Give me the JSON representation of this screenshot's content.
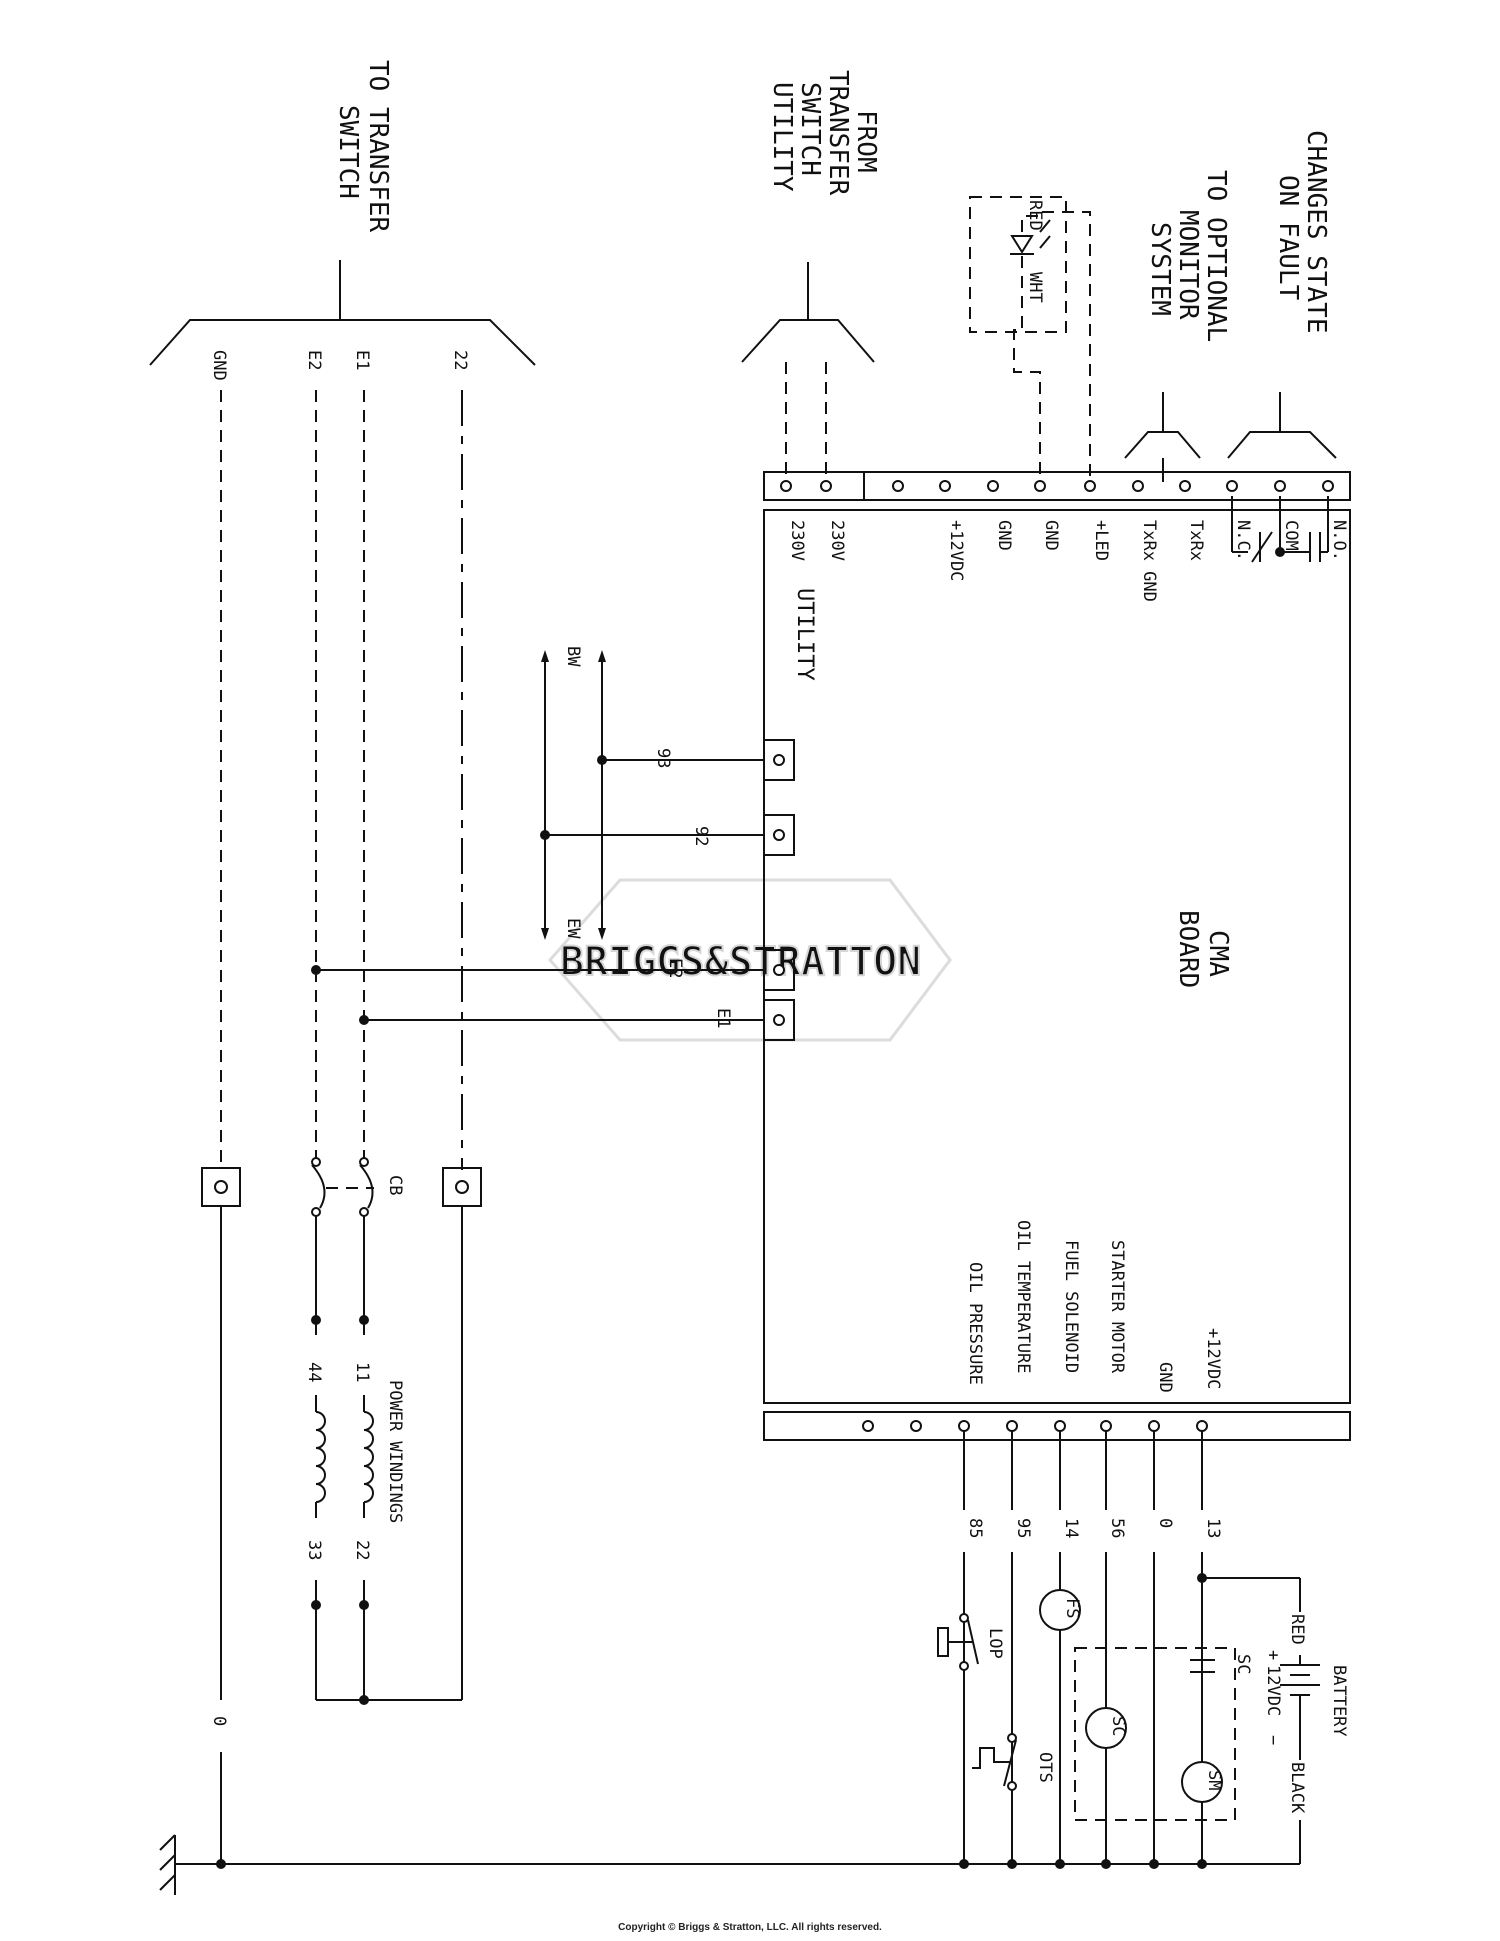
{
  "headers": {
    "to_transfer_switch": [
      "TO TRANSFER",
      "SWITCH"
    ],
    "from_transfer_switch": [
      "FROM",
      "TRANSFER",
      "SWITCH",
      "UTILITY"
    ],
    "optional_monitor": [
      "TO OPTIONAL",
      "MONITOR",
      "SYSTEM"
    ],
    "changes_state": [
      "CHANGES STATE",
      "ON FAULT"
    ]
  },
  "led": {
    "red": "RED",
    "wht": "WHT"
  },
  "board": {
    "title_1": "CMA",
    "title_2": "BOARD",
    "utility": "UTILITY"
  },
  "top_terminals": [
    "230V",
    "230V",
    "+12VDC",
    "GND",
    "GND",
    "+LED",
    "TxRx GND",
    "TxRx",
    "N.C.",
    "COM",
    "N.O."
  ],
  "bottom_terminals": [
    "+12VDC",
    "GND",
    "STARTER MOTOR",
    "FUEL SOLENOID",
    "OIL TEMPERATURE",
    "OIL PRESSURE"
  ],
  "bottom_wires": [
    "13",
    "0",
    "56",
    "14",
    "95",
    "85"
  ],
  "transfer_wires": [
    "GND",
    "E2",
    "E1",
    "22"
  ],
  "board_side_wires": [
    "93",
    "92",
    "E2",
    "E1"
  ],
  "bw_ew": {
    "bw": "BW",
    "ew": "EW"
  },
  "cb": "CB",
  "windings": {
    "label": "POWER WINDINGS",
    "w11": "11",
    "w44": "44",
    "w22": "22",
    "w33": "33"
  },
  "ground_wire": "0",
  "battery": {
    "label": "BATTERY",
    "voltage": "12VDC",
    "plus": "+",
    "minus": "−",
    "red": "RED",
    "black": "BLACK"
  },
  "components": {
    "fs": "FS",
    "sc": "SC",
    "sm": "SM",
    "sc_contact": "SC",
    "lop": "LOP",
    "ots": "OTS"
  },
  "watermark": "BRIGGS&STRATTON",
  "copyright": "Copyright © Briggs & Stratton, LLC. All rights reserved."
}
